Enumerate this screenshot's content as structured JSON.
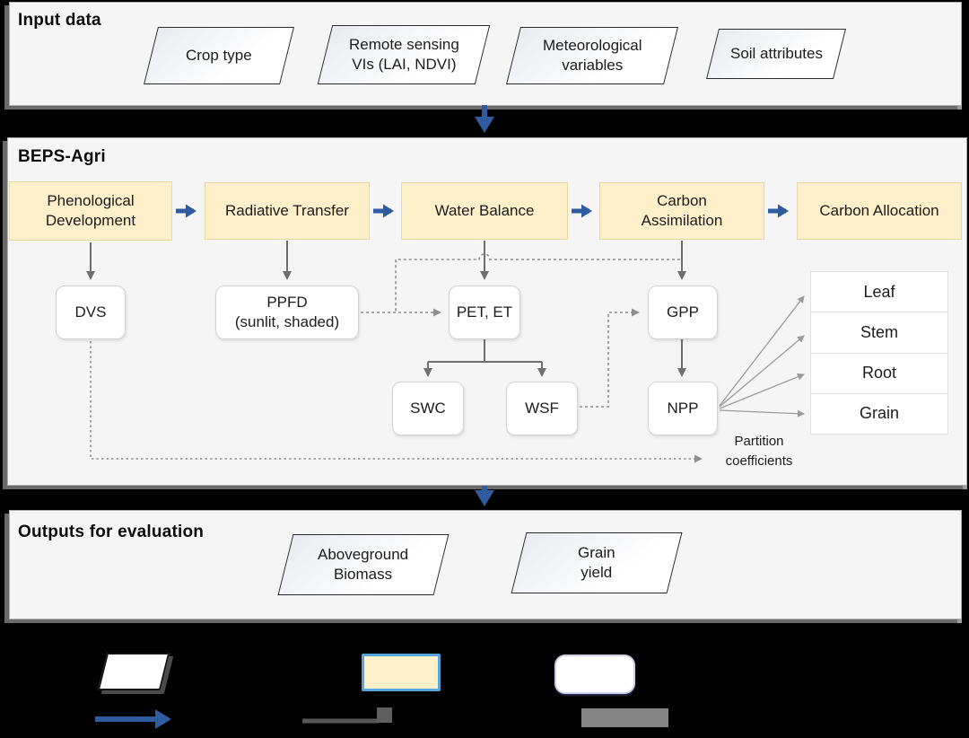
{
  "colors": {
    "process_fill": "#FCEFC9",
    "process_border": "#E8D8A6",
    "accent_blue": "#2E5C9E",
    "connector_gray": "#6F6F6F",
    "dashed_gray": "#8F8F8F",
    "card_bg": "#F5F5F6"
  },
  "input": {
    "title": "Input data",
    "nodes": [
      {
        "label": "Crop type"
      },
      {
        "label": "Remote sensing\nVIs (LAI, NDVI)"
      },
      {
        "label": "Meteorological\nvariables"
      },
      {
        "label": "Soil attributes"
      }
    ]
  },
  "model": {
    "title": "BEPS-Agri",
    "processes": [
      {
        "label": "Phenological\nDevelopment"
      },
      {
        "label": "Radiative Transfer"
      },
      {
        "label": "Water Balance"
      },
      {
        "label": "Carbon\nAssimilation"
      },
      {
        "label": "Carbon Allocation"
      }
    ],
    "variables": {
      "dvs": "DVS",
      "ppfd": "PPFD\n(sunlit, shaded)",
      "pet_et": "PET, ET",
      "gpp": "GPP",
      "swc": "SWC",
      "wsf": "WSF",
      "npp": "NPP"
    },
    "pools": [
      {
        "label": "Leaf"
      },
      {
        "label": "Stem"
      },
      {
        "label": "Root"
      },
      {
        "label": "Grain"
      }
    ],
    "partition_label": "Partition\ncoefficients"
  },
  "outputs": {
    "title": "Outputs for evaluation",
    "nodes": [
      {
        "label": "Aboveground\nBiomass"
      },
      {
        "label": "Grain\nyield"
      }
    ]
  },
  "legend": {
    "icons": [
      "input-parallelogram-icon",
      "process-box-icon",
      "variable-box-icon",
      "blue-flow-arrow-icon",
      "gray-dashed-arrow-icon",
      "gray-solid-bar-icon"
    ]
  }
}
